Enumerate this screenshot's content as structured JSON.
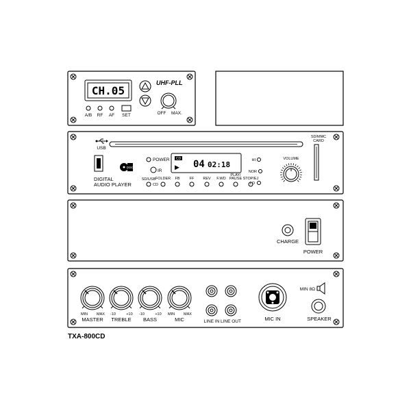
{
  "model": "TXA-800CD",
  "receiver": {
    "channel_display": "CH.05",
    "brand": "UHF-PLL",
    "indicators": [
      "A/B",
      "RF",
      "AF"
    ],
    "set_label": "SET",
    "knob_off": "OFF",
    "knob_max": "MAX."
  },
  "player": {
    "usb_label": "USB",
    "title_line1": "DIGITAL",
    "title_line2": "AUDIO PLAYER",
    "cd_logo": "DISC",
    "power_label": "POWER",
    "ir_label": "IR",
    "lcd_cd_badge": "CD",
    "lcd_track": "04",
    "lcd_time": "02:18",
    "lcd_play_symbol": "▶",
    "buttons": [
      {
        "top": "SD/USB",
        "bottom": "CD"
      },
      {
        "top": "FOLDER",
        "bottom": ""
      },
      {
        "top": "FB",
        "bottom": ""
      },
      {
        "top": "FF",
        "bottom": ""
      },
      {
        "top": "REV",
        "bottom": ""
      },
      {
        "top": "F.WD",
        "bottom": ""
      },
      {
        "top": "PLAY/",
        "bottom": "PAUSE"
      },
      {
        "top": "STOP/EJ",
        "bottom": ""
      }
    ],
    "level_labels": [
      "HI",
      "NOR",
      "LO"
    ],
    "volume_label": "VOLUME",
    "card_label_1": "SD/MMC",
    "card_label_2": "CARD"
  },
  "power_panel": {
    "charge_label": "CHARGE",
    "power_label": "POWER"
  },
  "mixer": {
    "knobs": [
      {
        "name": "MASTER",
        "min": "MIN",
        "max": "MAX"
      },
      {
        "name": "TREBLE",
        "min": "-10",
        "max": "+10"
      },
      {
        "name": "BASS",
        "min": "-10",
        "max": "+10"
      },
      {
        "name": "MIC",
        "min": "MIN",
        "max": "MAX"
      }
    ],
    "line_in_label": "LINE IN",
    "line_out_label": "LINE OUT",
    "mic_in_label": "MIC IN",
    "speaker_label": "SPEAKER",
    "speaker_impedance": "MIN 8Ω"
  }
}
